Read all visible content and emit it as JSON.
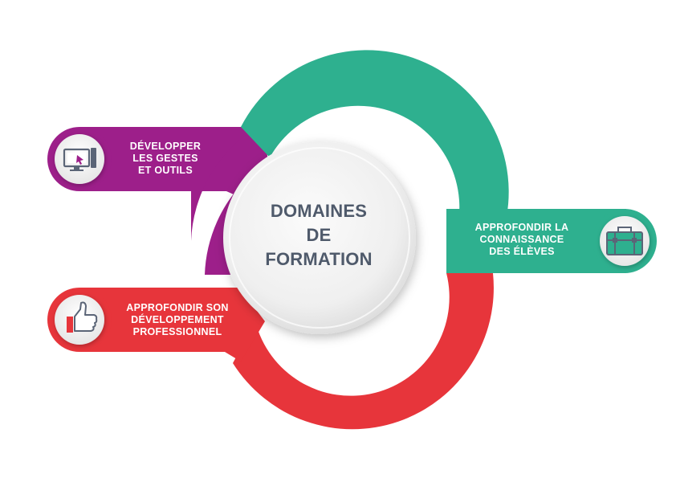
{
  "center": {
    "lines": [
      "DOMAINES",
      "DE",
      "FORMATION"
    ]
  },
  "items": [
    {
      "lines": [
        "DÉVELOPPER",
        "LES GESTES",
        "ET OUTILS"
      ],
      "color": "#9d1f8a",
      "icon": "computer-cursor-icon"
    },
    {
      "lines": [
        "APPROFONDIR LA",
        "CONNAISSANCE",
        "DES ÉLÈVES"
      ],
      "color": "#2eb08f",
      "icon": "briefcase-icon"
    },
    {
      "lines": [
        "APPROFONDIR SON",
        "DÉVELOPPEMENT",
        "PROFESSIONNEL"
      ],
      "color": "#e7353b",
      "icon": "thumbs-up-icon"
    }
  ]
}
